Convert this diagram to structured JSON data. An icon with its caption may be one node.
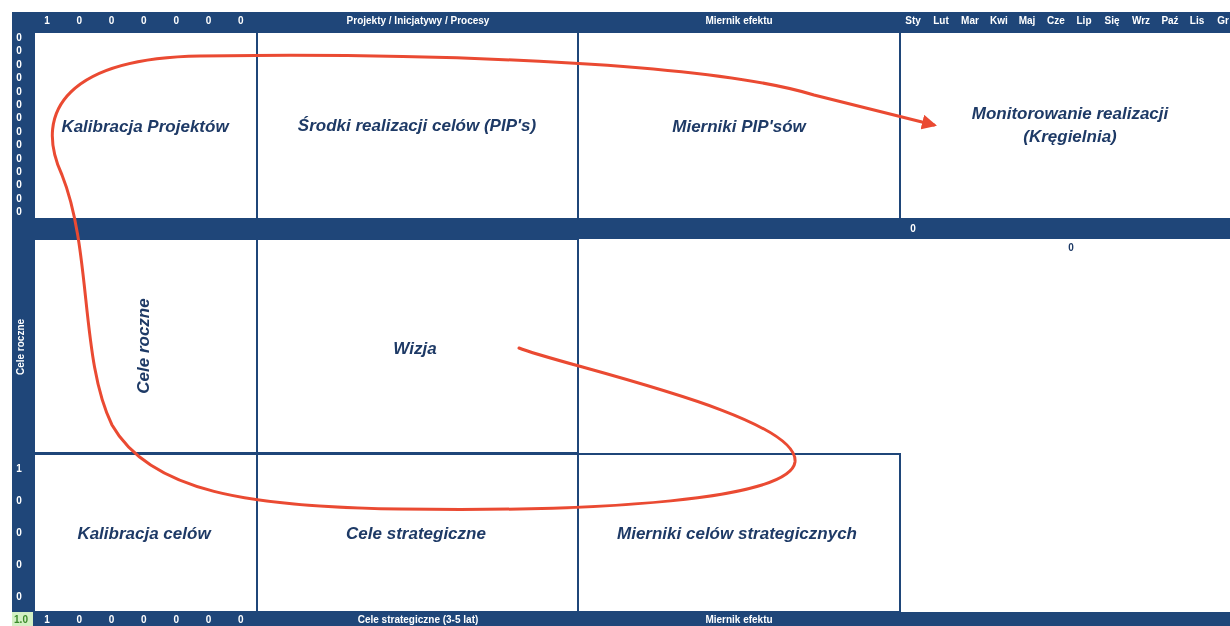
{
  "diagram": {
    "nodes": [
      {
        "text": [
          "Kalibracja Projektów"
        ]
      },
      {
        "text": [
          "Środki realizacji celów (PIP's)"
        ]
      },
      {
        "text": [
          "Mierniki PIP'sów"
        ]
      },
      {
        "text": [
          "Monitorowanie realizacji (Kręgielnia)"
        ]
      },
      {
        "text": [
          "Cele roczne"
        ]
      },
      {
        "text": [
          "Wizja"
        ]
      },
      {
        "text": [
          "Kalibracja celów"
        ]
      },
      {
        "text": [
          "Cele strategiczne"
        ]
      },
      {
        "text": [
          "Mierniki celów strategicznych"
        ]
      }
    ],
    "edges": [
      {
        "from": 5,
        "to": 3,
        "arrow": "to",
        "color": "#ea4a32"
      }
    ],
    "labels": [
      "1",
      "0",
      "0",
      "0",
      "0",
      "0",
      "0",
      "Projekty / Inicjatywy / Procesy",
      "Miernik efektu",
      "Sty",
      "Lut",
      "Mar",
      "Kwi",
      "Maj",
      "Cze",
      "Lip",
      "Się",
      "Wrz",
      "Paź",
      "Lis",
      "Gr",
      "0",
      "0",
      "0",
      "0",
      "0",
      "0",
      "0",
      "0",
      "0",
      "0",
      "0",
      "0",
      "0",
      "0",
      "0",
      "0",
      "Cele roczne",
      "1",
      "0",
      "0",
      "0",
      "0",
      "1.0",
      "1",
      "0",
      "0",
      "0",
      "0",
      "0",
      "0",
      "Cele strategiczne (3-5 lat)",
      "Miernik efektu"
    ]
  }
}
